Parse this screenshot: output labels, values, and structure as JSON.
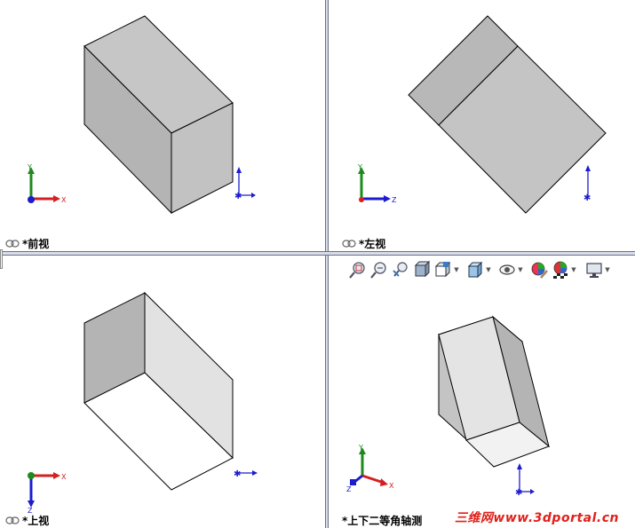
{
  "viewports": {
    "front": {
      "label": "*前视"
    },
    "left": {
      "label": "*左视"
    },
    "top": {
      "label": "*上视"
    },
    "dimetric": {
      "label": "*上下二等角轴测"
    }
  },
  "triad": {
    "x": "X",
    "y": "Y",
    "z": "Z"
  },
  "toolbar": {
    "icons": [
      "zoom-to-fit-icon",
      "zoom-to-area-icon",
      "previous-view-icon",
      "section-view-icon",
      "view-orientation-icon",
      "display-style-icon",
      "hide-show-items-icon",
      "edit-appearance-icon",
      "apply-scene-icon",
      "view-settings-icon"
    ]
  },
  "watermark": "三维网www.3dportal.cn",
  "colors": {
    "face_light": "#e4e4e4",
    "face_mid": "#c4c4c4",
    "face_dark": "#b2b2b2",
    "axis_red": "#d42020",
    "axis_green": "#1e8a1e",
    "axis_blue": "#1c1ccc"
  }
}
